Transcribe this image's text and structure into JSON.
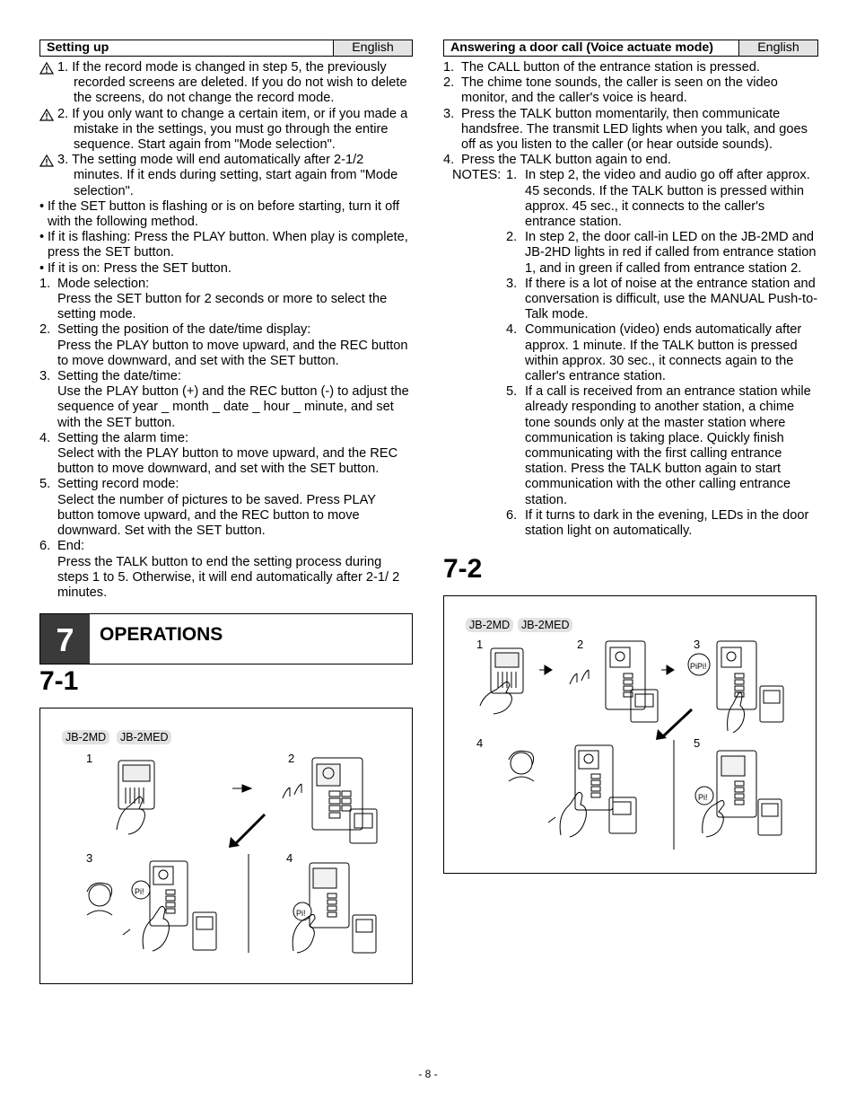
{
  "left": {
    "header": {
      "title": "Setting up",
      "lang": "English"
    },
    "warnings": [
      {
        "num": "1.",
        "text": "If the record mode is changed in step 5, the previously recorded screens are deleted. If you do not wish to delete the screens, do not change the record mode."
      },
      {
        "num": "2.",
        "text": "If you only want to change a certain item, or if you made a mistake in the settings, you must go through the entire sequence. Start again from \"Mode selection\"."
      },
      {
        "num": "3.",
        "text": "The setting mode will end automatically after 2-1/2 minutes. If it ends during setting, start again from \"Mode selection\"."
      }
    ],
    "bullets": [
      "If the SET button is flashing or is on before starting, turn it off with the following method.",
      "If it is flashing: Press the PLAY button. When play is complete, press the SET button.",
      "If it is on: Press the SET button."
    ],
    "steps": [
      {
        "num": "1.",
        "title": "Mode selection:",
        "body": "Press the SET button for 2 seconds or more to select the setting mode."
      },
      {
        "num": "2.",
        "title": "Setting the position of the date/time display:",
        "body": "Press the PLAY button to move upward, and the REC button to move downward, and set with the SET button."
      },
      {
        "num": "3.",
        "title": "Setting the date/time:",
        "body": "Use the PLAY button (+) and the REC button (-) to adjust the sequence of year _ month _ date _ hour _ minute, and set with the SET button."
      },
      {
        "num": "4.",
        "title": "Setting the alarm time:",
        "body": "Select with the PLAY button to move upward, and the REC button to move downward, and set with the SET button."
      },
      {
        "num": "5.",
        "title": "Setting record mode:",
        "body": "Select the number of pictures to be saved. Press PLAY button tomove upward, and the REC button to move downward. Set with the SET button."
      },
      {
        "num": "6.",
        "title": "End:",
        "body": "Press the TALK button to end the setting process during steps 1 to 5. Otherwise, it will end automatically after 2-1/ 2 minutes."
      }
    ]
  },
  "section": {
    "number": "7",
    "title": "OPERATIONS"
  },
  "fig71": {
    "heading": "7-1",
    "tags": [
      "JB-2MD",
      "JB-2MED"
    ],
    "labels": [
      "1",
      "2",
      "3",
      "4"
    ],
    "pi1": "Pi!",
    "pi2": "Pi!"
  },
  "right": {
    "header": {
      "title": "Answering a door call (Voice actuate mode)",
      "lang": "English"
    },
    "steps": [
      {
        "num": "1.",
        "text": "The CALL button of the entrance station is pressed."
      },
      {
        "num": "2.",
        "text": "The chime tone sounds, the caller is seen on the video monitor, and the caller's voice is heard."
      },
      {
        "num": "3.",
        "text": "Press the TALK button momentarily, then communicate handsfree. The transmit LED lights when you talk, and goes off as you listen to the caller (or hear outside sounds)."
      },
      {
        "num": "4.",
        "text": "Press the TALK button again to end."
      }
    ],
    "notes_label": "NOTES:",
    "notes": [
      {
        "num": "1.",
        "text": "In step 2, the video and audio go off after approx. 45 seconds. If the TALK button is pressed within approx. 45 sec., it connects to the caller's entrance station."
      },
      {
        "num": "2.",
        "text": "In step 2, the door call-in LED on the JB-2MD and JB-2HD lights in red if called from entrance station 1, and in green if called from entrance station 2."
      },
      {
        "num": "3.",
        "text": "If there is a lot of noise at the entrance station and conversation is difficult, use the MANUAL Push-to-Talk mode."
      },
      {
        "num": "4.",
        "text": "Communication (video) ends automatically after approx. 1 minute. If the TALK button is pressed within approx. 30 sec., it connects again to the caller's entrance station."
      },
      {
        "num": "5.",
        "text": "If a call is received from an entrance station while already responding to another station, a chime tone sounds only at the master station where communication is taking place. Quickly finish communicating with the first calling entrance station. Press the TALK button again to start communication with the other calling entrance station."
      },
      {
        "num": "6.",
        "text": "If it turns to dark in the evening, LEDs in the door station light on automatically."
      }
    ]
  },
  "fig72": {
    "heading": "7-2",
    "tags": [
      "JB-2MD",
      "JB-2MED"
    ],
    "labels": [
      "1",
      "2",
      "3",
      "4",
      "5"
    ],
    "pipi": "PiPi!",
    "pi": "Pi!"
  },
  "page_number": "- 8 -"
}
